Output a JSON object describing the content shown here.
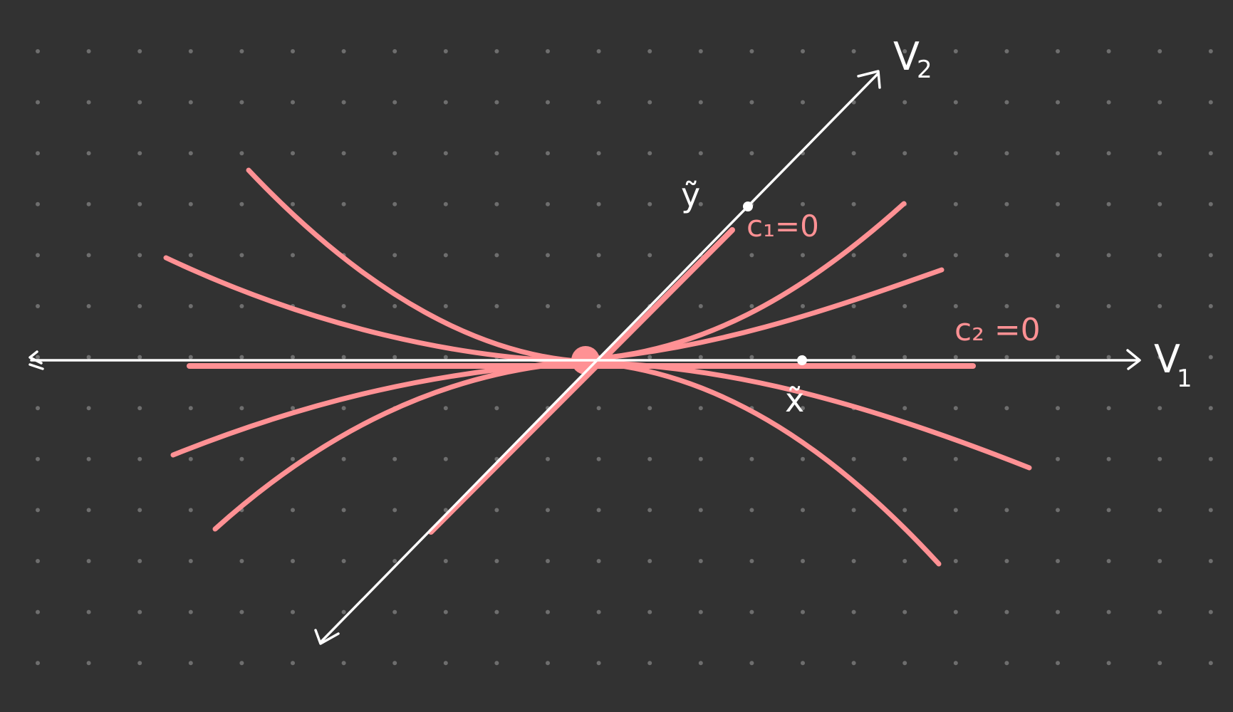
{
  "labels": {
    "v1_axis": "V",
    "v1_sub": "1",
    "v2_axis": "V",
    "v2_sub": "2",
    "x_tilde": "x̃",
    "y_tilde": "ỹ",
    "c1_zero": "c₁=0",
    "c2_zero": "c₂ =0"
  },
  "colors": {
    "background": "#323232",
    "grid_dot": "#6e6e6e",
    "axis": "#ffffff",
    "trajectory": "#ff9194"
  }
}
